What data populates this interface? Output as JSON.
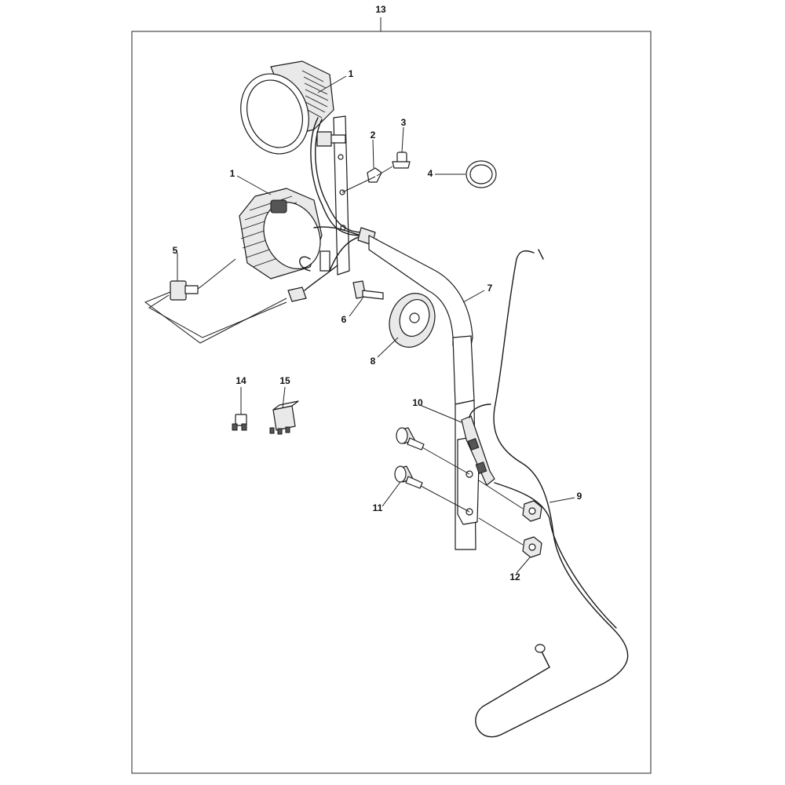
{
  "assembly_number": "13",
  "callouts": [
    {
      "id": "1a",
      "label": "1",
      "part": "work-light-upper"
    },
    {
      "id": "1b",
      "label": "1",
      "part": "work-light-lower"
    },
    {
      "id": "2",
      "label": "2",
      "part": "clip"
    },
    {
      "id": "3",
      "label": "3",
      "part": "screw"
    },
    {
      "id": "4",
      "label": "4",
      "part": "ring"
    },
    {
      "id": "5",
      "label": "5",
      "part": "switch"
    },
    {
      "id": "6",
      "label": "6",
      "part": "bolt"
    },
    {
      "id": "7",
      "label": "7",
      "part": "light-bracket-arm"
    },
    {
      "id": "8",
      "label": "8",
      "part": "knob"
    },
    {
      "id": "9",
      "label": "9",
      "part": "ground-cable"
    },
    {
      "id": "10",
      "label": "10",
      "part": "cable-connector"
    },
    {
      "id": "11",
      "label": "11",
      "part": "flange-bolt"
    },
    {
      "id": "12",
      "label": "12",
      "part": "nut"
    },
    {
      "id": "14",
      "label": "14",
      "part": "fuse"
    },
    {
      "id": "15",
      "label": "15",
      "part": "relay"
    }
  ]
}
